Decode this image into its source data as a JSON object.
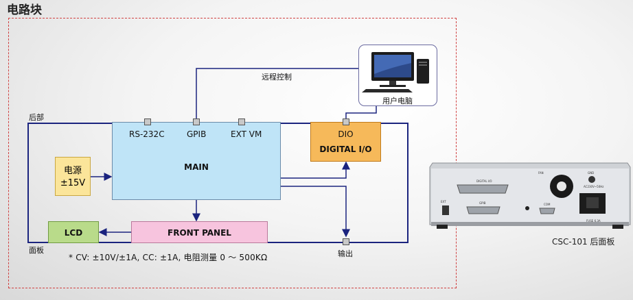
{
  "title": "电路块",
  "labels": {
    "remote_control": "远程控制",
    "pc": "用户电脑",
    "rear": "后部",
    "front": "面板",
    "output": "输出",
    "rear_panel_caption": "CSC-101 后面板"
  },
  "blocks": {
    "main": "MAIN",
    "rs232c": "RS-232C",
    "gpib": "GPIB",
    "ext_vm": "EXT VM",
    "dio": "DIO",
    "digital_io": "DIGITAL I/O",
    "power_line1": "电源",
    "power_line2": "±15V",
    "front_panel": "FRONT PANEL",
    "lcd": "LCD"
  },
  "footnote": "* CV: ±10V/±1A, CC: ±1A, 电阻测量 0 ～ 500KΩ",
  "device_panel_text": {
    "fan": "FAN",
    "digital_io": "DIGITAL I/O",
    "gpib": "GPIB",
    "ext": "EXT",
    "com": "COM",
    "gnd": "GND",
    "ac_input": "AC230V~50Hz",
    "fuse": "FUSE 6.3A"
  }
}
